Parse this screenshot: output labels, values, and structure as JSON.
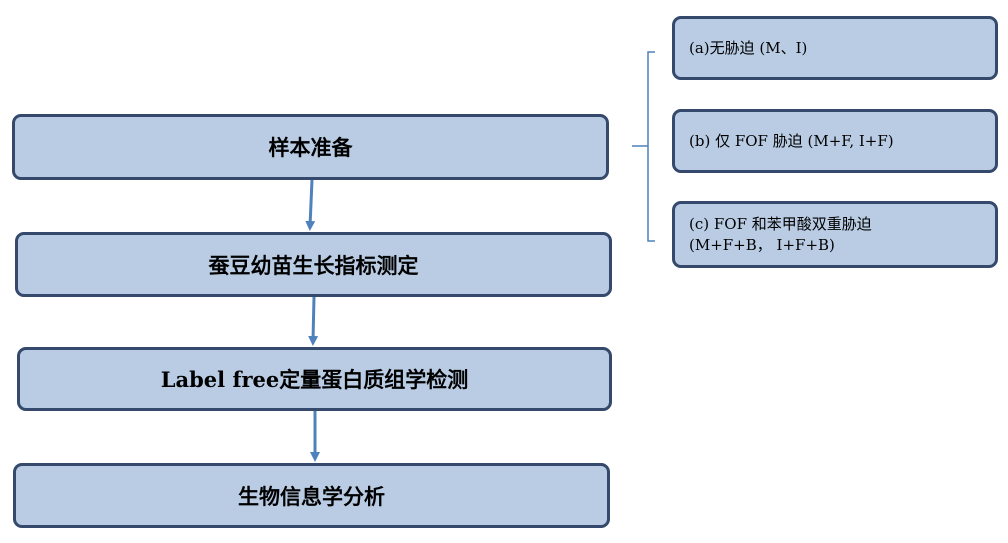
{
  "flow_steps": [
    "样本准备",
    "蚕豆幼苗生长指标测定",
    "Label free定量蛋白质组学检测",
    "生物信息学分析"
  ],
  "conditions": [
    "(a)无胁迫 (M、I)",
    "(b) 仅 FOF 胁迫 (M+F, I+F)",
    "(c) FOF 和苯甲酸双重胁迫\n(M+F+B， I+F+B)"
  ],
  "colors": {
    "box_fill": "#b9cce4",
    "box_border": "#34496b",
    "arrow": "#4f81bd"
  }
}
